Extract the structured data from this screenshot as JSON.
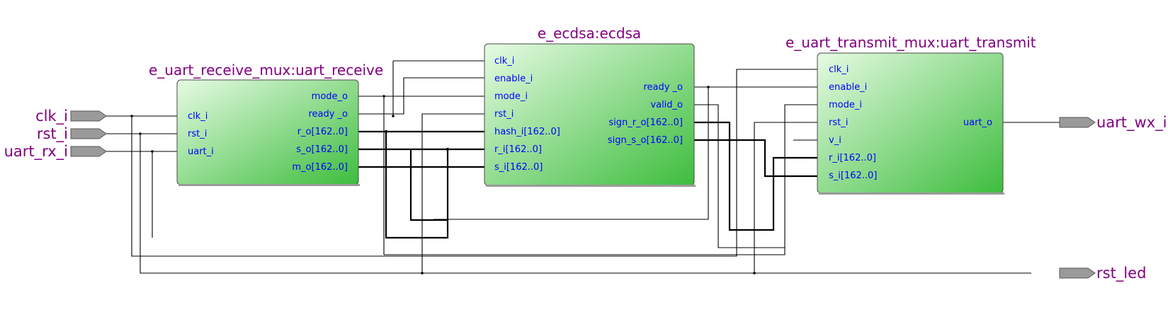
{
  "blocks": {
    "receive": {
      "title": "e_uart_receive_mux:uart_receive",
      "inputs": [
        "clk_i",
        "rst_i",
        "uart_i"
      ],
      "outputs": [
        "mode_o",
        "ready _o",
        "r_o[162..0]",
        "s_o[162..0]",
        "m_o[162..0]"
      ]
    },
    "ecdsa": {
      "title": "e_ecdsa:ecdsa",
      "inputs": [
        "clk_i",
        "enable_i",
        "mode_i",
        "rst_i",
        "hash_i[162..0]",
        "r_i[162..0]",
        "s_i[162..0]"
      ],
      "outputs": [
        "ready _o",
        "valid_o",
        "sign_r_o[162..0]",
        "sign_s_o[162..0]"
      ]
    },
    "transmit": {
      "title": "e_uart_transmit_mux:uart_transmit",
      "inputs": [
        "clk_i",
        "enable_i",
        "mode_i",
        "rst_i",
        "v_i",
        "r_i[162..0]",
        "s_i[162..0]"
      ],
      "outputs": [
        "uart_o"
      ]
    }
  },
  "pins": {
    "inputs": [
      "clk_i",
      "rst_i",
      "uart_rx_i"
    ],
    "outputs": [
      "uart_wx_i",
      "rst_led"
    ]
  },
  "colors": {
    "block_light": "#e6fbe3",
    "block_dark": "#3dbd3d",
    "pin_fill": "#9a9a9a",
    "label": "#800080",
    "port_label": "#0000ff"
  }
}
